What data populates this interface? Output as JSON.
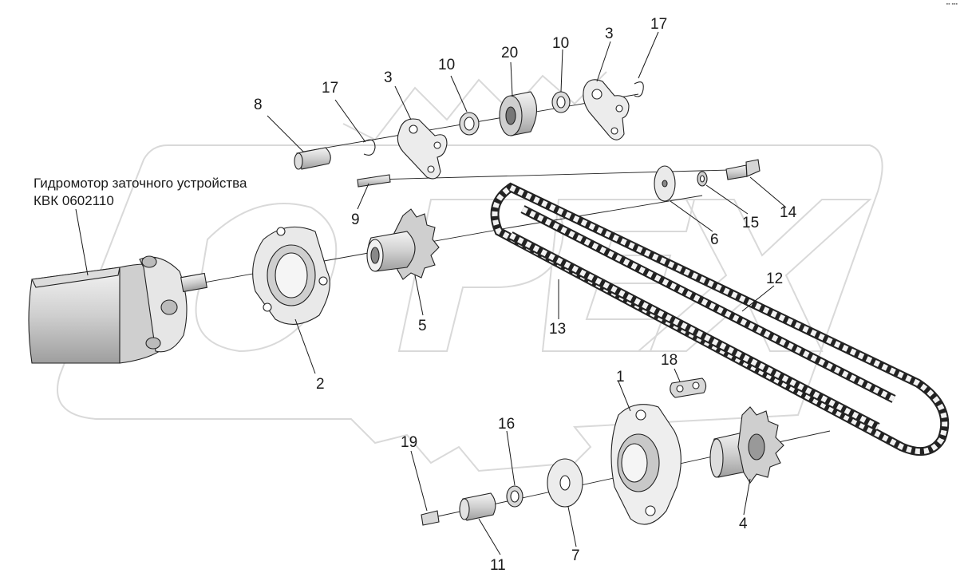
{
  "caption": {
    "line1": "Гидромотор заточного устройства",
    "line2": "КВК 0602110"
  },
  "callouts": {
    "p1": "1",
    "p2": "2",
    "p3a": "3",
    "p3b": "3",
    "p4": "4",
    "p5": "5",
    "p6": "6",
    "p7": "7",
    "p8": "8",
    "p9": "9",
    "p10a": "10",
    "p10b": "10",
    "p11": "11",
    "p12": "12",
    "p13": "13",
    "p14": "14",
    "p15": "15",
    "p16": "16",
    "p17a": "17",
    "p17b": "17",
    "p18": "18",
    "p19": "19",
    "p20": "20"
  },
  "colors": {
    "line": "#222222",
    "part_fill": "#e9e9e9",
    "part_dark": "#bdbdbd",
    "watermark": "#d9d9d9"
  }
}
